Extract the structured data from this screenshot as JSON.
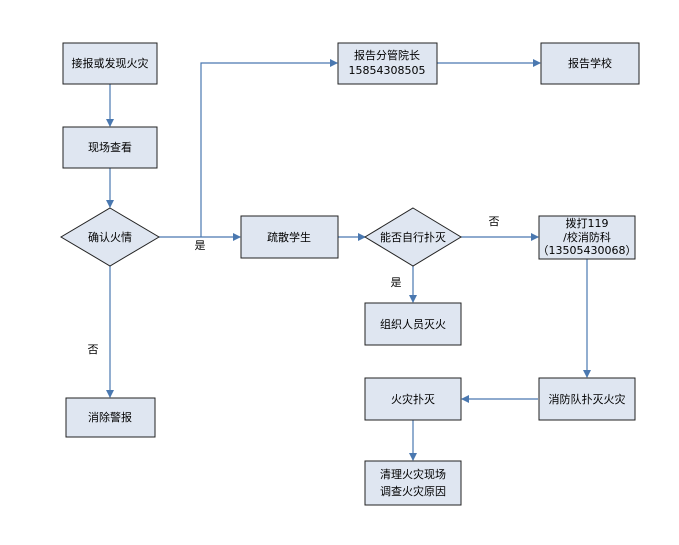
{
  "colors": {
    "box_fill": "#dfe6f1",
    "box_stroke": "#222222",
    "edge": "#4a78b0"
  },
  "nodes": {
    "receive_report": {
      "lines": [
        "接报或发现火灾"
      ]
    },
    "inspect_scene": {
      "lines": [
        "现场查看"
      ]
    },
    "confirm_fire": {
      "lines": [
        "确认火情"
      ]
    },
    "cancel_alarm": {
      "lines": [
        "消除警报"
      ]
    },
    "report_dean": {
      "lines": [
        "报告分管院长",
        "15854308505"
      ]
    },
    "report_school": {
      "lines": [
        "报告学校"
      ]
    },
    "evacuate_students": {
      "lines": [
        "疏散学生"
      ]
    },
    "self_extinguish": {
      "lines": [
        "能否自行扑灭"
      ]
    },
    "call_119": {
      "lines": [
        "拨打119",
        "/校消防科",
        "（13505430068）"
      ]
    },
    "organize_staff": {
      "lines": [
        "组织人员灭火"
      ]
    },
    "fire_extinguished": {
      "lines": [
        "火灾扑灭"
      ]
    },
    "fire_brigade": {
      "lines": [
        "消防队扑灭火灾"
      ]
    },
    "cleanup": {
      "lines": [
        "清理火灾现场",
        "调查火灾原因"
      ]
    }
  },
  "edge_labels": {
    "confirm_yes": "是",
    "confirm_no": "否",
    "self_no": "否",
    "self_yes": "是"
  }
}
